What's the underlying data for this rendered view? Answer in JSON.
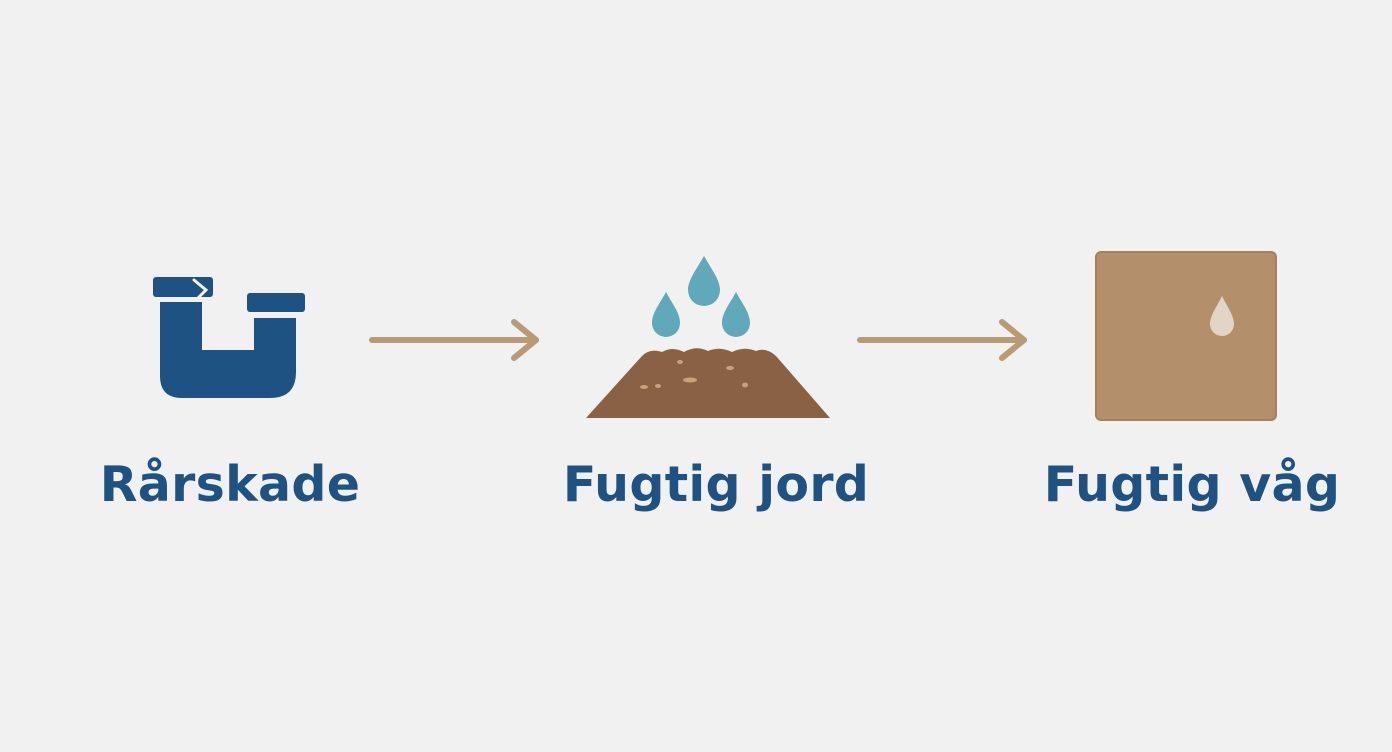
{
  "diagram": {
    "steps": [
      {
        "icon": "broken-pipe-icon",
        "label": "Rårskade"
      },
      {
        "icon": "wet-soil-icon",
        "label": "Fugtig jord"
      },
      {
        "icon": "damp-wall-icon",
        "label": "Fugtig våg"
      }
    ],
    "connectors": [
      {
        "icon": "arrow-right-icon"
      },
      {
        "icon": "arrow-right-icon"
      }
    ]
  },
  "colors": {
    "background": "#f1f1f1",
    "label_text": "#1d5283",
    "pipe": "#1d5283",
    "arrow": "#b89a74",
    "soil": "#8a6144",
    "water_drop": "#5fa9bb",
    "wall": "#b38f6b",
    "wall_drop": "#e2d5c8"
  }
}
